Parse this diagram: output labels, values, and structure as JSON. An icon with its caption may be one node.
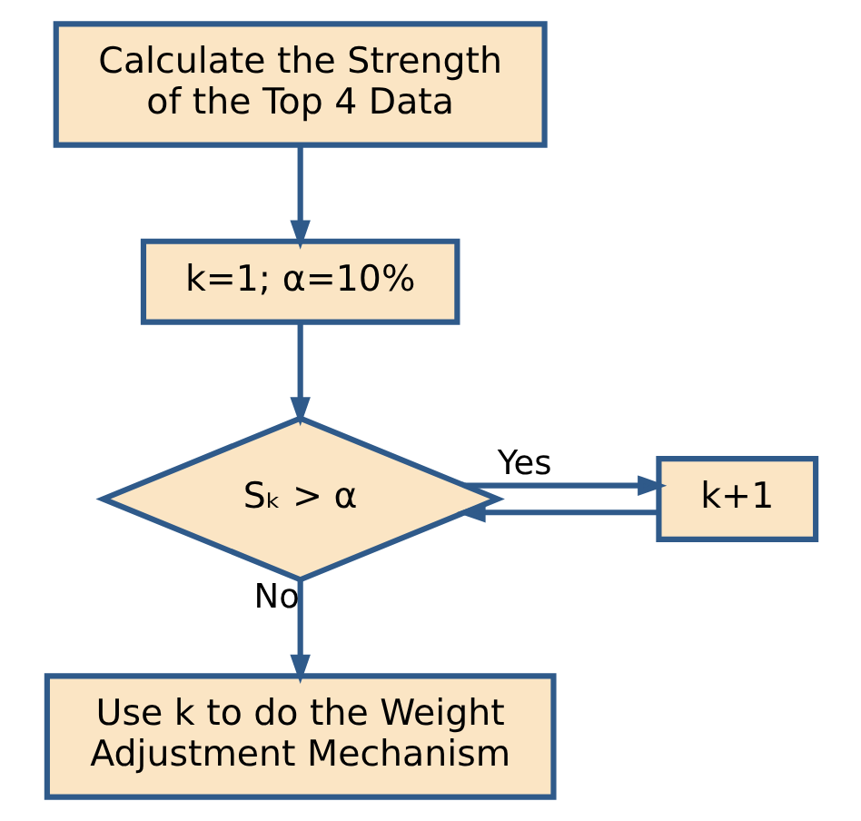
{
  "diagram": {
    "nodes": [
      {
        "text": [
          "Calculate the Strength of the Top 4 Data"
        ]
      },
      {
        "text": [
          "k=1; α=10%"
        ]
      },
      {
        "text": [
          "Sₖ > α"
        ]
      },
      {
        "text": [
          "k+1"
        ]
      },
      {
        "text": [
          "Use k to do the Weight Adjustment Mechanism"
        ]
      }
    ],
    "edges": [
      {
        "from": 0,
        "to": 1,
        "arrow": "to"
      },
      {
        "from": 1,
        "to": 2,
        "arrow": "to"
      },
      {
        "from": 2,
        "to": 3,
        "arrow": "to",
        "label": "Yes"
      },
      {
        "from": 3,
        "to": 2,
        "arrow": "to"
      },
      {
        "from": 2,
        "to": 4,
        "arrow": "to",
        "label": "No"
      }
    ]
  }
}
